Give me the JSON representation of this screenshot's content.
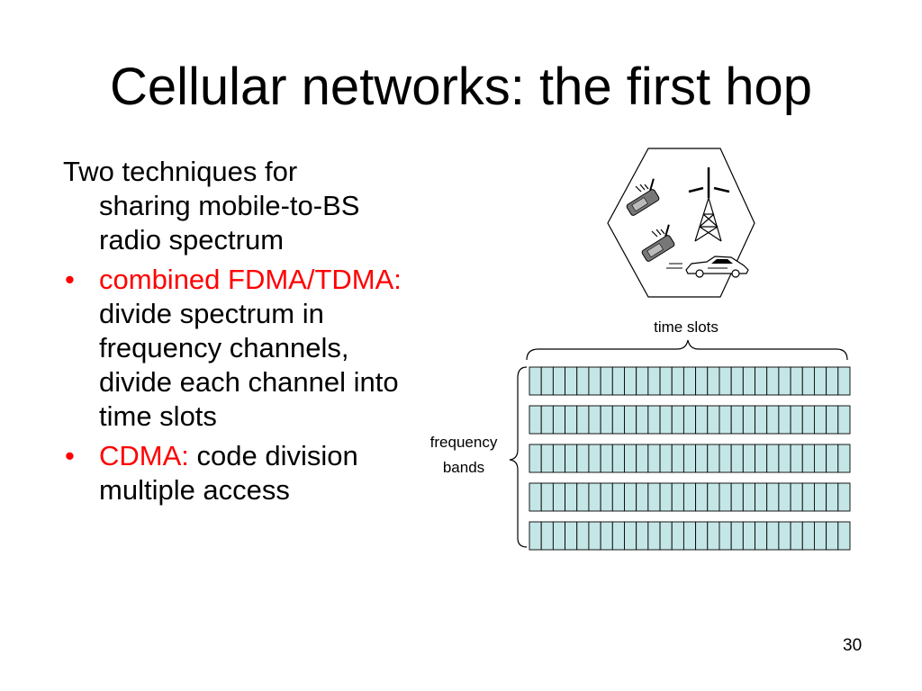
{
  "slide": {
    "title": "Cellular networks: the first hop",
    "intro_line1": "Two techniques for",
    "intro_line2": "sharing mobile-to-BS",
    "intro_line3": "radio spectrum",
    "bullets": [
      {
        "highlight": "combined FDMA/TDMA:",
        "lines": [
          "divide spectrum in",
          "frequency channels,",
          "divide each channel into",
          "time slots"
        ]
      },
      {
        "highlight": "CDMA:",
        "text_inline": "code division",
        "lines": [
          "multiple access"
        ]
      }
    ],
    "bullet_symbol": "•",
    "page_number": "30"
  },
  "diagram": {
    "time_slots_label": "time slots",
    "frequency_label_line1": "frequency",
    "frequency_label_line2": "bands",
    "band_count": 5,
    "slots_per_band": 27,
    "slot_fill_color": "#c5e6e6",
    "cell_icons": [
      "cell-phone-icon",
      "cell-phone-icon",
      "base-station-tower-icon",
      "car-icon"
    ]
  },
  "colors": {
    "highlight": "#ff0000",
    "text": "#000000"
  }
}
